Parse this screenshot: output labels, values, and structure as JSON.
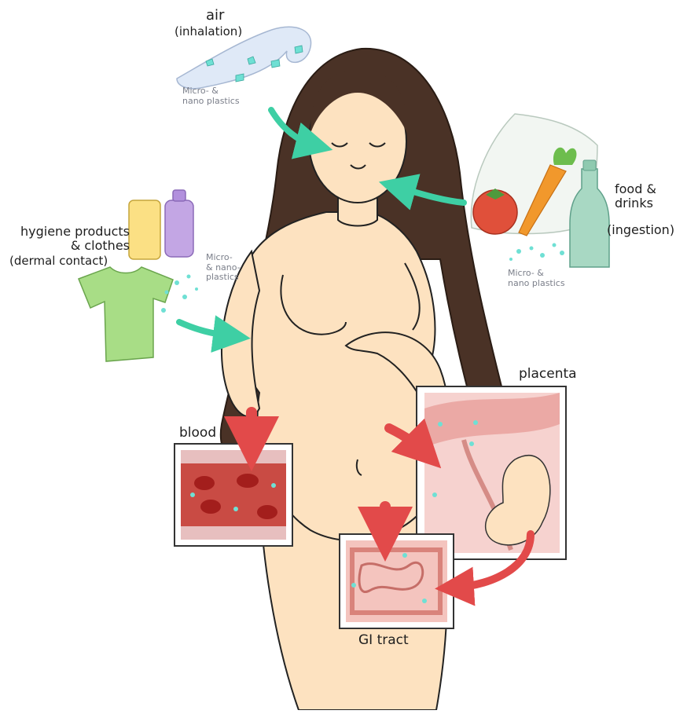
{
  "sources": {
    "air": {
      "title": "air",
      "subtitle": "(inhalation)",
      "particles_label": "Micro- &\nnano plastics"
    },
    "hygiene": {
      "title": "hygiene products\n& clothes",
      "subtitle": "(dermal contact)",
      "particles_label": "Micro-\n& nano-\nplastics"
    },
    "food": {
      "title": "food &\ndrinks",
      "subtitle": "(ingestion)",
      "particles_label": "Micro- &\nnano plastics"
    }
  },
  "organs": {
    "blood": {
      "label": "blood"
    },
    "placenta": {
      "label": "placenta"
    },
    "gi": {
      "label": "GI tract"
    }
  },
  "colors": {
    "skin": "#fde2c0",
    "hair": "#4a3226",
    "teal_arrow": "#3ecfa4",
    "red_arrow": "#e24a4a",
    "particle": "#6fe0d4",
    "blood_bg": "#a9302c",
    "placenta_bg": "#f6d2cf",
    "gi_bg": "#f4c4be",
    "shirt": "#a8dd86"
  }
}
